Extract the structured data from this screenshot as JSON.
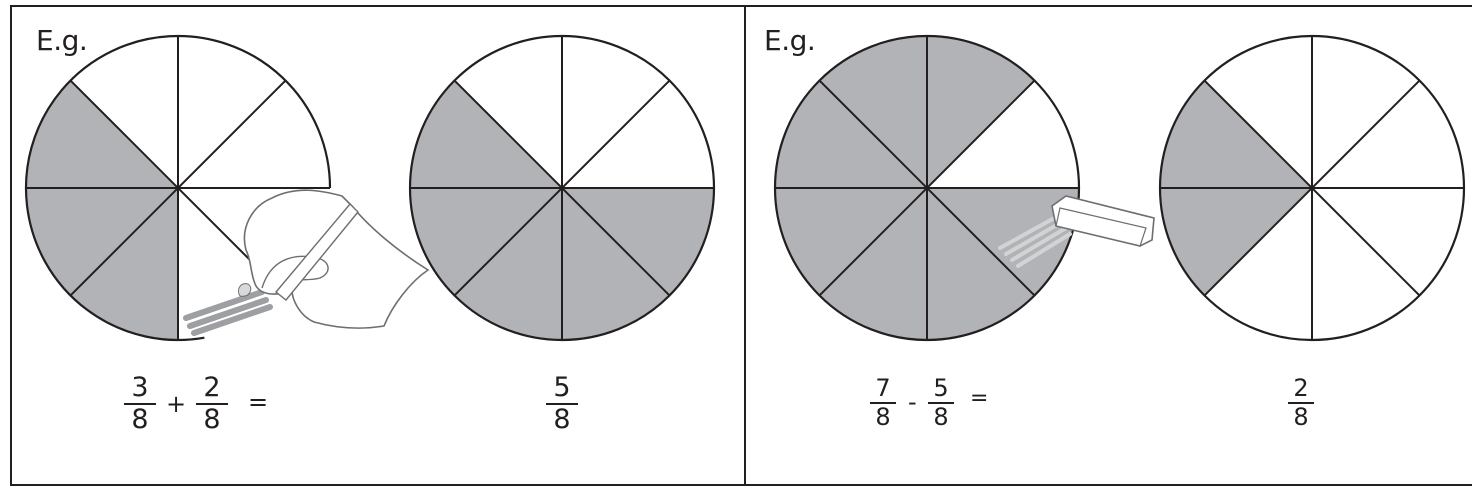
{
  "panels": [
    {
      "label": "E.g.",
      "operation": "addition",
      "equation": {
        "left": {
          "numerator": "3",
          "denominator": "8"
        },
        "operator": "+",
        "right": {
          "numerator": "2",
          "denominator": "8"
        },
        "equals": "="
      },
      "result": {
        "numerator": "5",
        "denominator": "8"
      },
      "circles": [
        {
          "sectors": 8,
          "shaded": 3,
          "partial_shading_in_progress": 2,
          "tool": "pencil-hand"
        },
        {
          "sectors": 8,
          "shaded": 5
        }
      ]
    },
    {
      "label": "E.g.",
      "operation": "subtraction",
      "equation": {
        "left": {
          "numerator": "7",
          "denominator": "8"
        },
        "operator": "-",
        "right": {
          "numerator": "5",
          "denominator": "8"
        },
        "equals": "="
      },
      "result": {
        "numerator": "2",
        "denominator": "8"
      },
      "circles": [
        {
          "sectors": 8,
          "shaded": 7,
          "being_erased": 1,
          "tool": "eraser"
        },
        {
          "sectors": 8,
          "shaded": 2
        }
      ]
    }
  ],
  "colors": {
    "shade": "#b1b3b6",
    "line": "#231f20",
    "background": "#ffffff"
  }
}
